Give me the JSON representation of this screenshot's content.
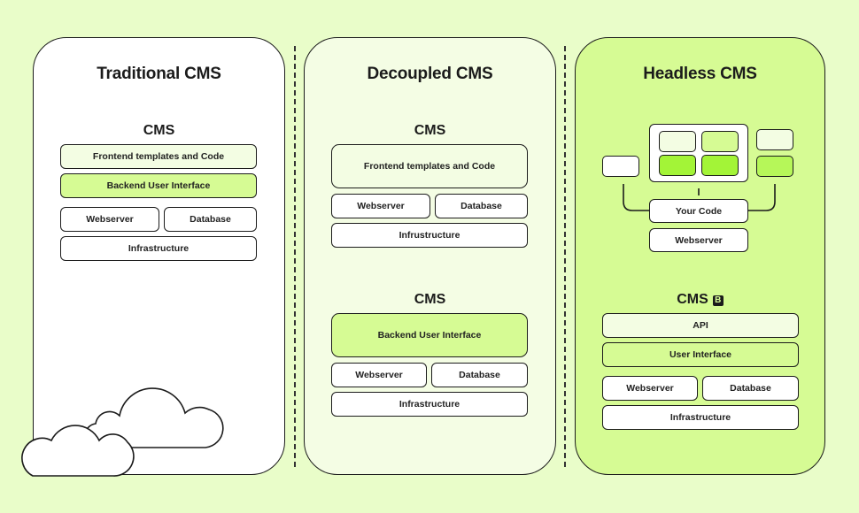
{
  "colors": {
    "background": "#e9fdc9",
    "traditional_panel": "#ffffff",
    "decoupled_panel": "#f4fde4",
    "headless_panel": "#d6fb94",
    "accent_bright": "#a3f437",
    "outline": "#1b1b1b"
  },
  "traditional": {
    "title": "Traditional CMS",
    "cms_label": "CMS",
    "layers": {
      "frontend": "Frontend templates and Code",
      "backend": "Backend User Interface",
      "webserver": "Webserver",
      "database": "Database",
      "infrastructure": "Infrastructure"
    },
    "decoration": "cloud-icon"
  },
  "decoupled": {
    "title": "Decoupled CMS",
    "frontend_stack": {
      "cms_label": "CMS",
      "frontend": "Frontend templates and Code",
      "webserver": "Webserver",
      "database": "Database",
      "infrastructure": "Infrustructure"
    },
    "backend_stack": {
      "cms_label": "CMS",
      "backend": "Backend User Interface",
      "webserver": "Webserver",
      "database": "Database",
      "infrastructure": "Infrastructure"
    }
  },
  "headless": {
    "title": "Headless CMS",
    "client_stack": {
      "your_code": "Your Code",
      "webserver": "Webserver"
    },
    "cms_stack": {
      "cms_label": "CMS",
      "logo_glyph": "B",
      "api": "API",
      "user_interface": "User Interface",
      "webserver": "Webserver",
      "database": "Database",
      "infrastructure": "Infrastructure"
    }
  }
}
